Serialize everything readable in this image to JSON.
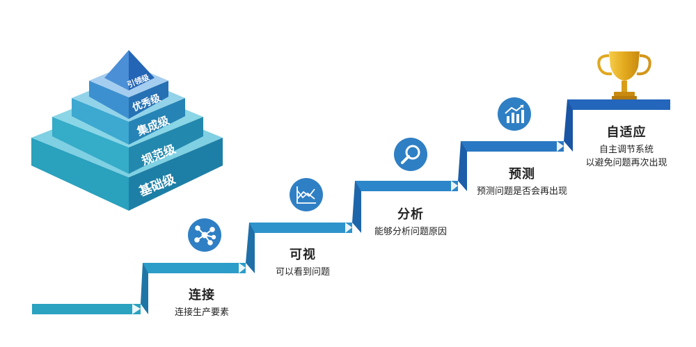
{
  "pyramid": {
    "levels": [
      {
        "label": "基础级"
      },
      {
        "label": "规范级"
      },
      {
        "label": "集成级"
      },
      {
        "label": "优秀级"
      },
      {
        "label": "引领级"
      }
    ]
  },
  "steps": [
    {
      "title": "连接",
      "desc": [
        "连接生产要素"
      ],
      "icon": "network-nodes-icon"
    },
    {
      "title": "可视",
      "desc": [
        "可以看到问题"
      ],
      "icon": "line-chart-icon"
    },
    {
      "title": "分析",
      "desc": [
        "能够分析问题原因"
      ],
      "icon": "magnifier-icon"
    },
    {
      "title": "预测",
      "desc": [
        "预测问题是否会再出现"
      ],
      "icon": "trend-up-icon"
    },
    {
      "title": "自适应",
      "desc": [
        "自主调节系统",
        "以避免问题再次出现"
      ],
      "icon": "trophy-icon"
    }
  ],
  "colors": {
    "stair_light": "#3a9fd4",
    "stair_dark": "#1f6fae",
    "icon_circle": "#2f86c6",
    "pyramid_front": "#3aa9c9",
    "pyramid_side": "#268aa8",
    "trophy_gold": "#e8b52a"
  }
}
